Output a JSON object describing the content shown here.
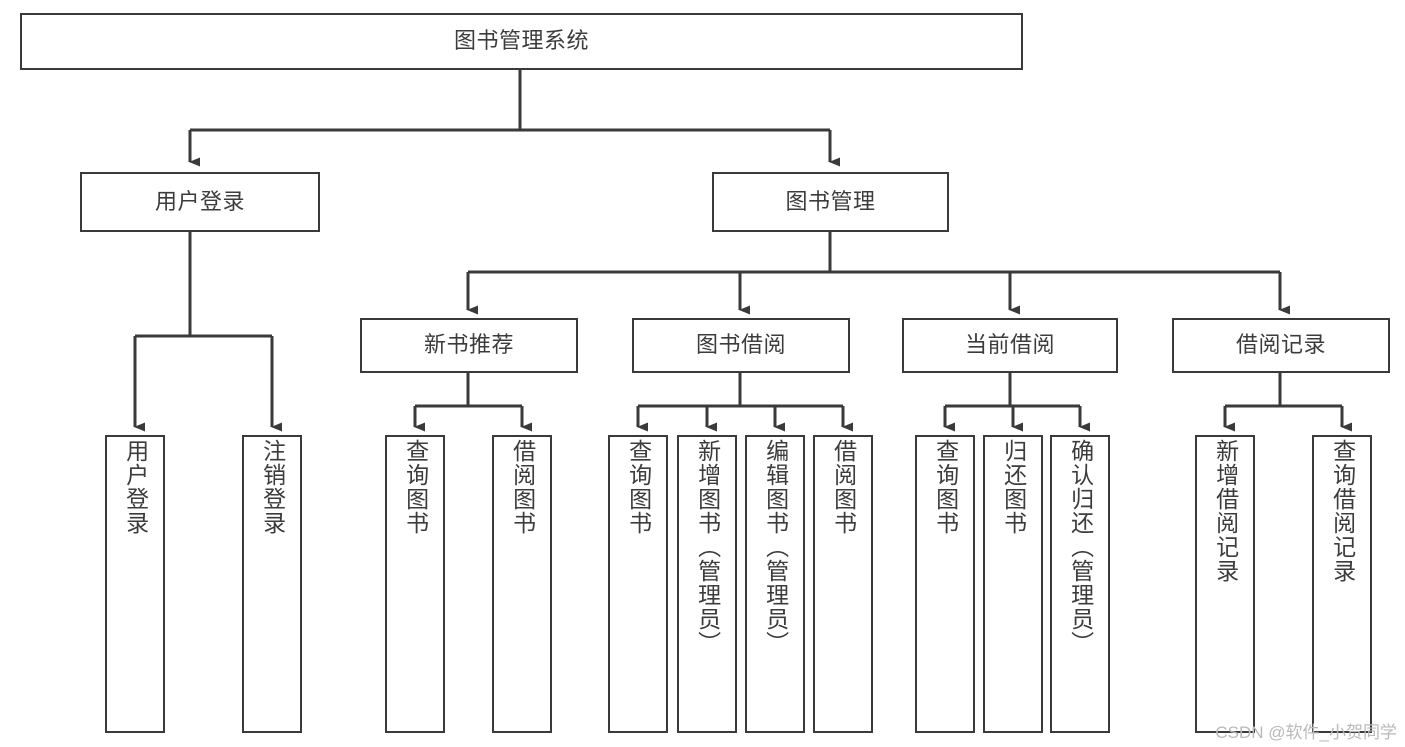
{
  "diagram": {
    "title": "图书管理系统",
    "type": "tree-hierarchy-chart",
    "colors": {
      "box_border": "#3a3a3a",
      "box_fill": "#ffffff",
      "edge": "#3a3a3a",
      "text": "#3c3c3c",
      "watermark": "#b9b9b9",
      "background": "#ffffff"
    },
    "nodes": {
      "root": {
        "label": "图书管理系统"
      },
      "level1": [
        {
          "id": "user-login",
          "label": "用户登录"
        },
        {
          "id": "book-manage",
          "label": "图书管理"
        }
      ],
      "level2": [
        {
          "id": "new-book-recommend",
          "label": "新书推荐"
        },
        {
          "id": "book-borrow",
          "label": "图书借阅"
        },
        {
          "id": "current-borrow",
          "label": "当前借阅"
        },
        {
          "id": "borrow-record",
          "label": "借阅记录"
        }
      ],
      "leaves": {
        "user-login": [
          {
            "id": "leaf-user-login",
            "label": "用户登录"
          },
          {
            "id": "leaf-logout-login",
            "label": "注销登录"
          }
        ],
        "new-book-recommend": [
          {
            "id": "leaf-query-book-1",
            "label": "查询图书"
          },
          {
            "id": "leaf-borrow-book-1",
            "label": "借阅图书"
          }
        ],
        "book-borrow": [
          {
            "id": "leaf-query-book-2",
            "label": "查询图书"
          },
          {
            "id": "leaf-add-book",
            "label": "新增图书（管理员）"
          },
          {
            "id": "leaf-edit-book",
            "label": "编辑图书（管理员）"
          },
          {
            "id": "leaf-borrow-book-2",
            "label": "借阅图书"
          }
        ],
        "current-borrow": [
          {
            "id": "leaf-query-book-3",
            "label": "查询图书"
          },
          {
            "id": "leaf-return-book",
            "label": "归还图书"
          },
          {
            "id": "leaf-confirm-return",
            "label": "确认归还（管理员）"
          }
        ],
        "borrow-record": [
          {
            "id": "leaf-add-record",
            "label": "新增借阅记录"
          },
          {
            "id": "leaf-query-record",
            "label": "查询借阅记录"
          }
        ]
      }
    },
    "watermark": "CSDN @软件_小贺同学"
  }
}
